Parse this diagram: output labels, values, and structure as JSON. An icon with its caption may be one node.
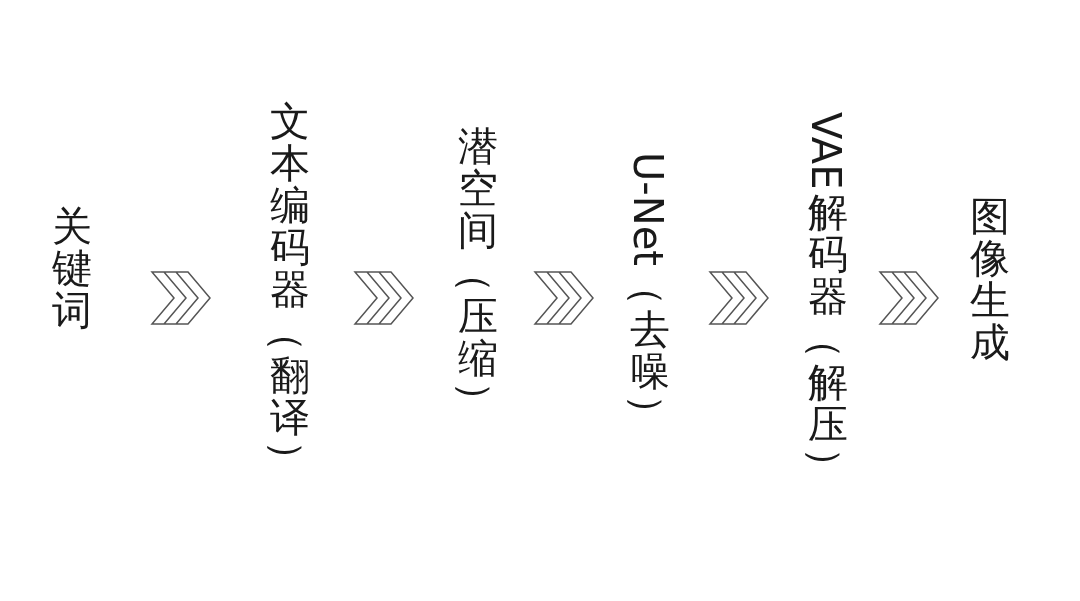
{
  "diagram": {
    "nodes": [
      {
        "text": [
          "关键词"
        ]
      },
      {
        "text": [
          "文本编码器（翻译）"
        ]
      },
      {
        "text": [
          "潜空间（压缩）"
        ]
      },
      {
        "text": [
          "U-Net（去噪）"
        ]
      },
      {
        "text": [
          "VAE解码器（解压）"
        ]
      },
      {
        "text": [
          "图像生成"
        ]
      }
    ],
    "edges": [
      {
        "from": 0,
        "to": 1,
        "arrow": "to"
      },
      {
        "from": 1,
        "to": 2,
        "arrow": "to"
      },
      {
        "from": 2,
        "to": 3,
        "arrow": "to"
      },
      {
        "from": 3,
        "to": 4,
        "arrow": "to"
      },
      {
        "from": 4,
        "to": 5,
        "arrow": "to"
      }
    ]
  }
}
